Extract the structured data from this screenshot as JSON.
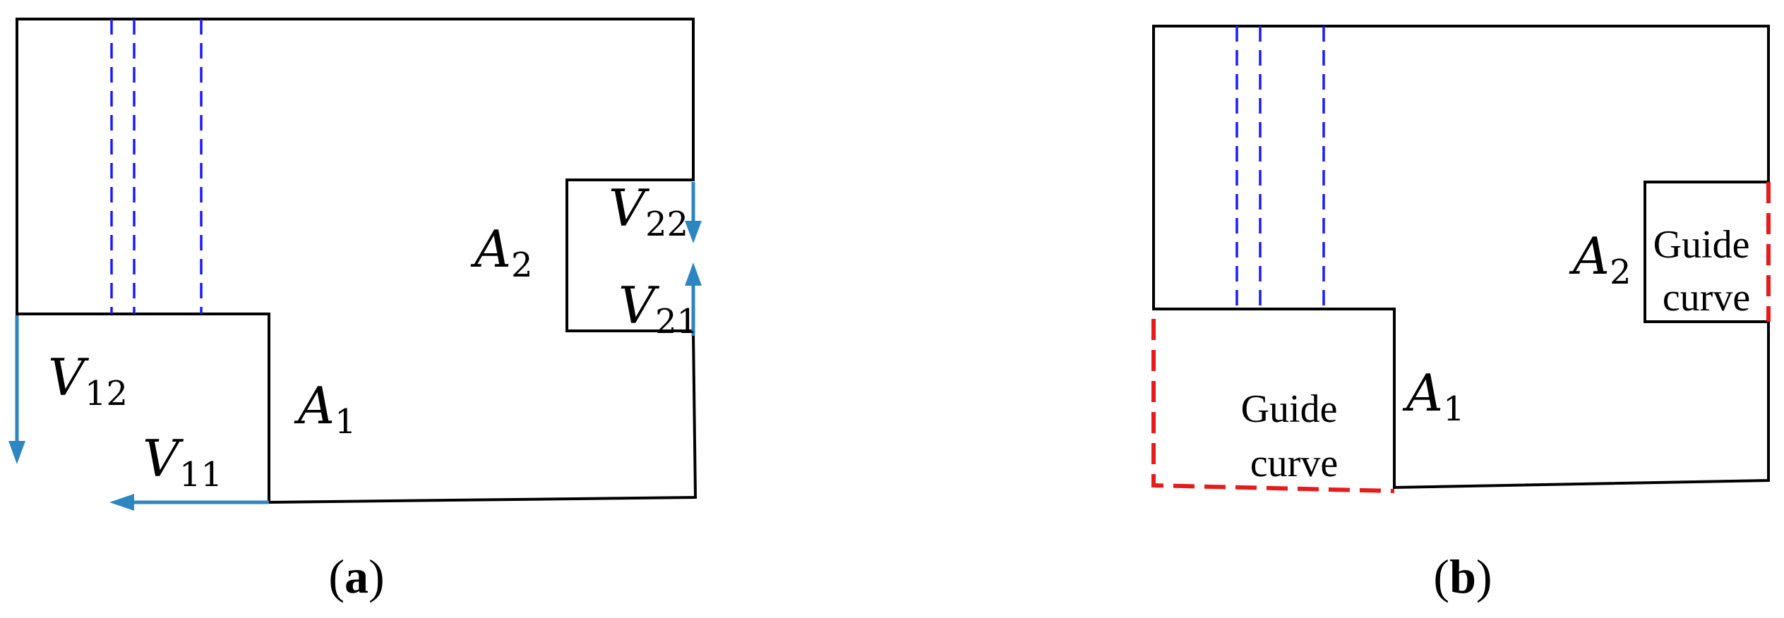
{
  "panel_a": {
    "caption_letter": "a",
    "velocities": {
      "v12": {
        "symbol": "V",
        "subscript": "12"
      },
      "v11": {
        "symbol": "V",
        "subscript": "11"
      },
      "v22": {
        "symbol": "V",
        "subscript": "22"
      },
      "v21": {
        "symbol": "V",
        "subscript": "21"
      }
    },
    "areas": {
      "a1": {
        "symbol": "A",
        "subscript": "1"
      },
      "a2": {
        "symbol": "A",
        "subscript": "2"
      }
    }
  },
  "panel_b": {
    "caption_letter": "b",
    "areas": {
      "a1": {
        "symbol": "A",
        "subscript": "1"
      },
      "a2": {
        "symbol": "A",
        "subscript": "2"
      }
    },
    "guide_left": {
      "line1": "Guide",
      "line2": "curve"
    },
    "guide_right": {
      "line1": "Guide",
      "line2": "curve"
    }
  },
  "caption_parens": {
    "open": "(",
    "close": ")"
  },
  "colors": {
    "outline": "#000000",
    "symmetry_dash": "#1a1aff",
    "velocity_arrow": "#2e86c1",
    "guide_curve": "#e81b1b"
  }
}
